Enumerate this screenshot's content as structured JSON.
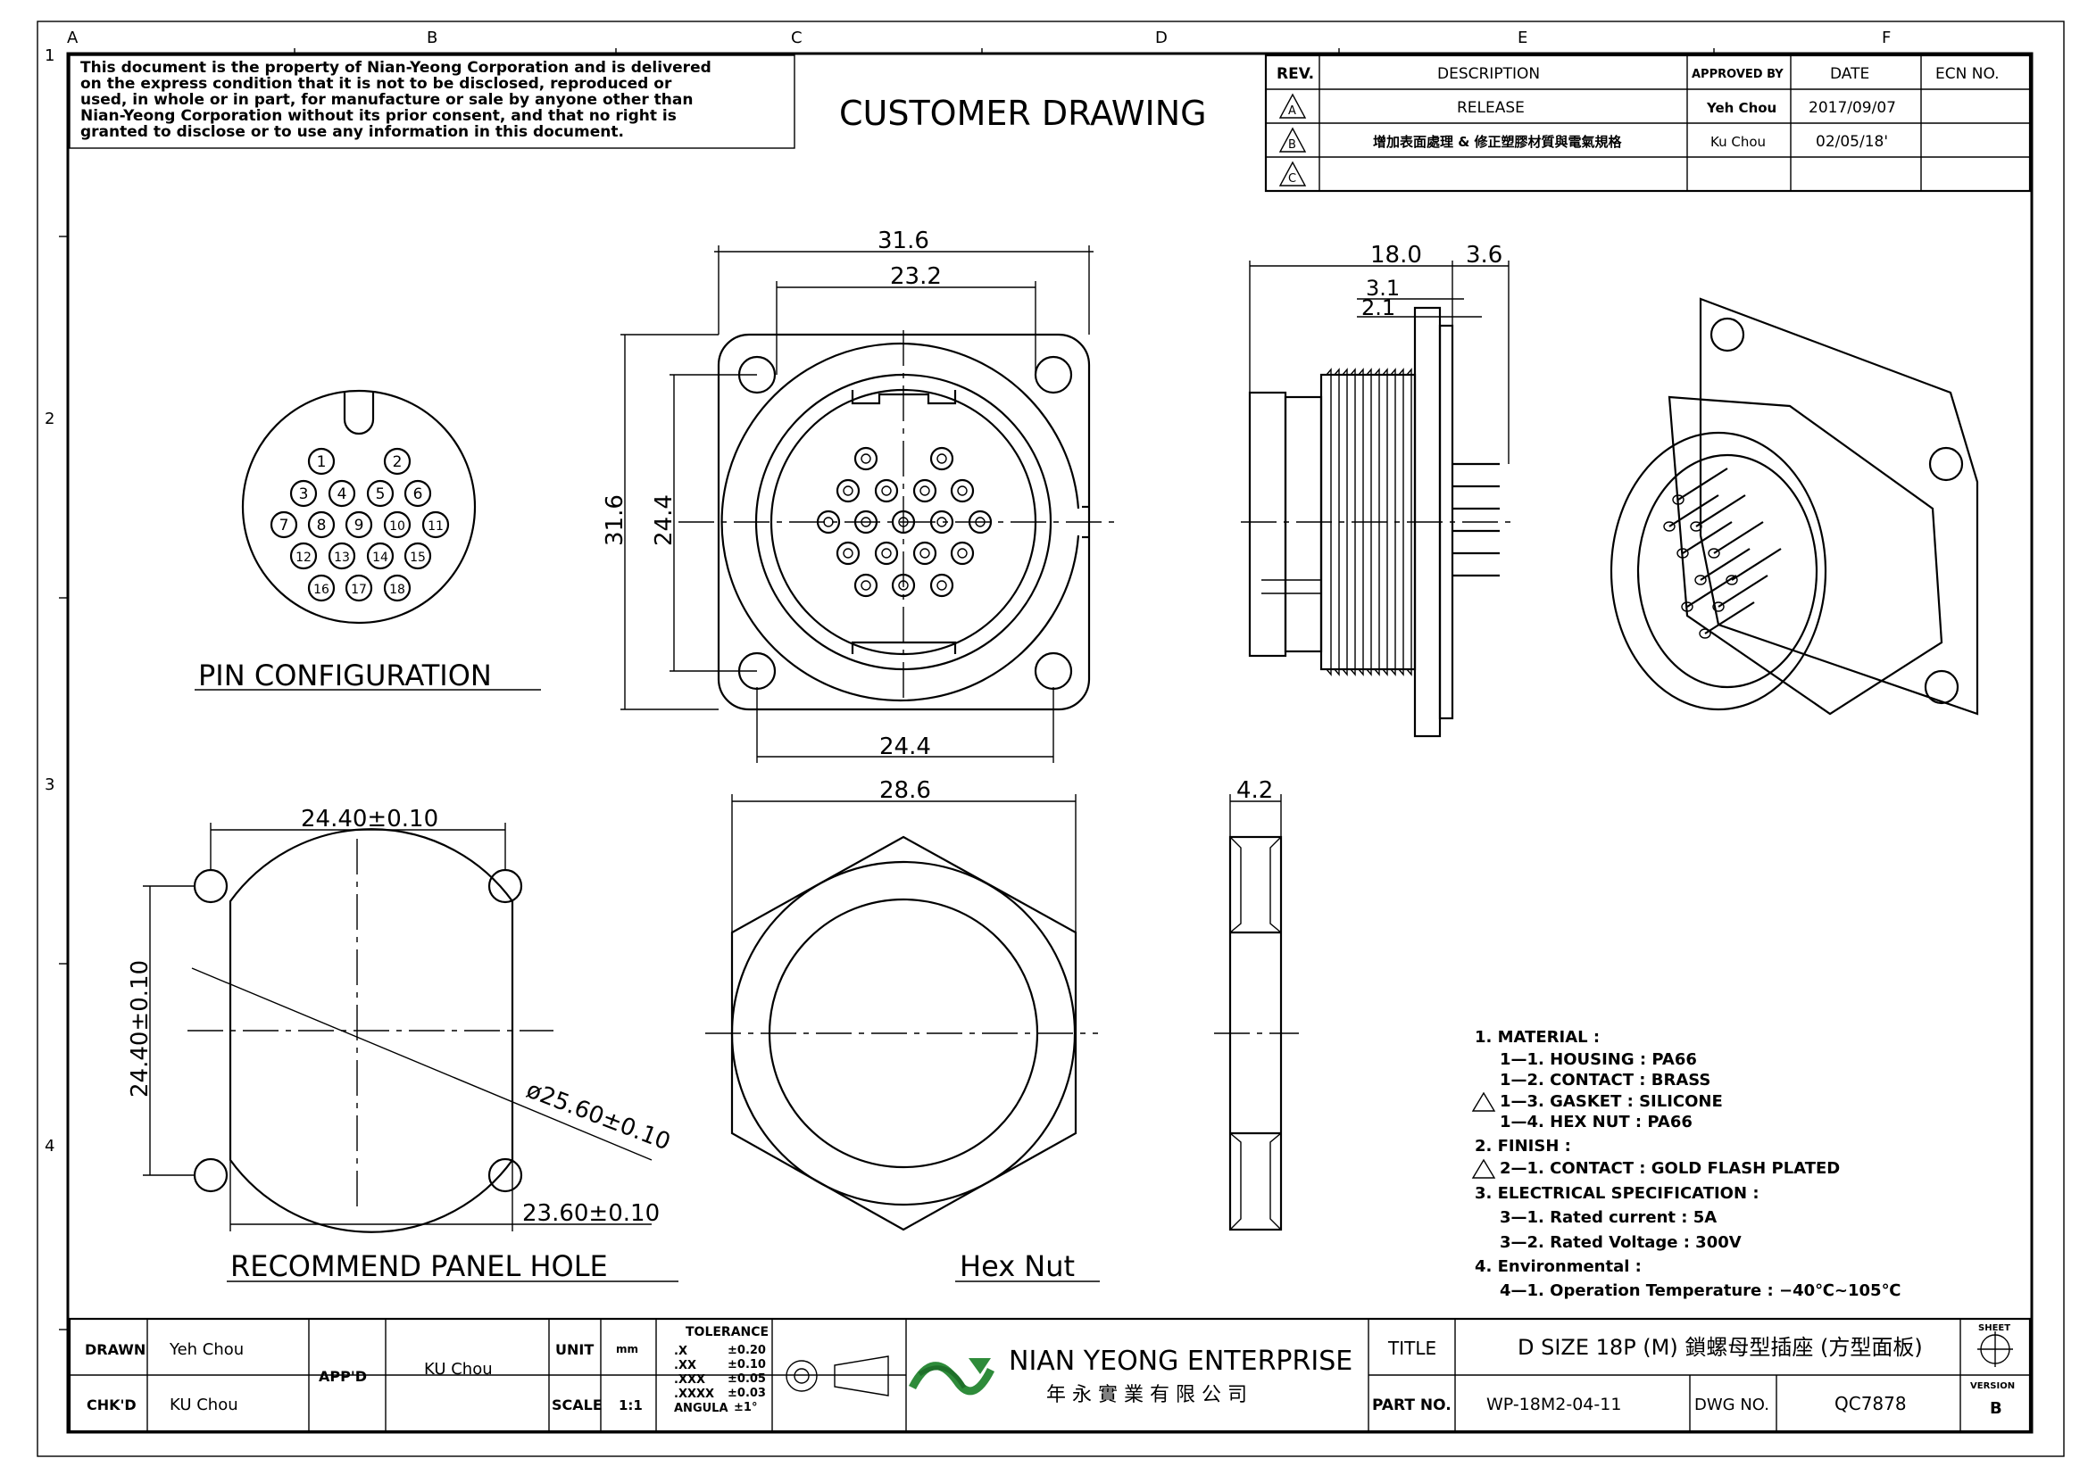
{
  "notice": [
    "This document is the property of Nian-Yeong Corporation and is delivered",
    "on  the  express condition that it is not to be disclosed, reproduced or",
    "used, in whole or in part, for manufacture or sale by anyone other than",
    "Nian-Yeong Corporation without  its prior consent, and that  no right  is",
    "granted to disclose or to use any information in this  document."
  ],
  "drawing_title": "CUSTOMER  DRAWING",
  "border": {
    "cols": [
      "A",
      "B",
      "C",
      "D",
      "E",
      "F"
    ],
    "rows": [
      "1",
      "2",
      "3",
      "4"
    ]
  },
  "revision": {
    "headers": {
      "rev": "REV.",
      "desc": "DESCRIPTION",
      "approved": "APPROVED BY",
      "date": "DATE",
      "ecn": "ECN NO."
    },
    "rows": [
      {
        "rev": "A",
        "desc": "RELEASE",
        "approved": "Yeh Chou",
        "date": "2017/09/07",
        "ecn": ""
      },
      {
        "rev": "B",
        "desc": "增加表面處理 & 修正塑膠材質與電氣規格",
        "approved": "Ku Chou",
        "date": "02/05/18'",
        "ecn": ""
      },
      {
        "rev": "C",
        "desc": "",
        "approved": "",
        "date": "",
        "ecn": ""
      }
    ]
  },
  "views": {
    "pin_config": {
      "label": "PIN  CONFIGURATION",
      "pins": [
        "1",
        "2",
        "3",
        "4",
        "5",
        "6",
        "7",
        "8",
        "9",
        "10",
        "11",
        "12",
        "13",
        "14",
        "15",
        "16",
        "17",
        "18"
      ]
    },
    "front": {
      "dim_w_outer": "31.6",
      "dim_w_inner": "23.2",
      "dim_h_outer": "31.6",
      "dim_h_inner": "24.4",
      "dim_bottom": "24.4"
    },
    "side": {
      "dim_len": "18.0",
      "dim_flange": "3.6",
      "dim_a": "3.1",
      "dim_b": "2.1"
    },
    "panel_hole": {
      "label": "RECOMMEND  PANEL  HOLE",
      "dim_w": "24.40±0.10",
      "dim_h": "24.40±0.10",
      "dim_dia": "ø25.60±0.10",
      "dim_flat": "23.60±0.10"
    },
    "hex_nut": {
      "label": "Hex  Nut",
      "dim_w": "28.6"
    },
    "nut_side": {
      "dim_t": "4.2"
    }
  },
  "notes": [
    "1.  MATERIAL  :",
    "1—1.  HOUSING  :  PA66",
    "1—2.  CONTACT  :  BRASS",
    "1—3.  GASKET  :  SILICONE",
    "1—4.  HEX  NUT  :  PA66",
    "2.  FINISH  :",
    "2—1.  CONTACT  :  GOLD  FLASH  PLATED",
    "3.  ELECTRICAL  SPECIFICATION  :",
    "3—1.  Rated  current  :  5A",
    "3—2.  Rated  Voltage  :  300V",
    "4.  Environmental  :",
    "4—1.  Operation  Temperature  :  −40℃~105℃"
  ],
  "title_block": {
    "drawn_label": "DRAWN",
    "drawn": "Yeh Chou",
    "chkd_label": "CHK'D",
    "chkd": "KU Chou",
    "appd_label": "APP'D",
    "appd": "KU Chou",
    "unit_label": "UNIT",
    "unit": "mm",
    "scale_label": "SCALE",
    "scale": "1:1",
    "tolerance_label": "TOLERANCE",
    "tolerances": [
      {
        "k": ".X",
        "v": "±0.20"
      },
      {
        "k": ".XX",
        "v": "±0.10"
      },
      {
        "k": ".XXX",
        "v": "±0.05"
      },
      {
        "k": ".XXXX",
        "v": "±0.03"
      },
      {
        "k": "ANGULA",
        "v": "±1°"
      }
    ],
    "company_en": "NIAN YEONG ENTERPRISE",
    "company_zh": "年 永 實 業 有 限 公 司",
    "title_label": "TITLE",
    "title": "D  SIZE  18P  (M)  鎖螺母型插座 (方型面板)",
    "partno_label": "PART NO.",
    "partno": "WP-18M2-04-11",
    "dwgno_label": "DWG NO.",
    "dwgno": "QC7878",
    "sheet_label": "SHEET",
    "version_label": "VERSION",
    "version": "B"
  }
}
